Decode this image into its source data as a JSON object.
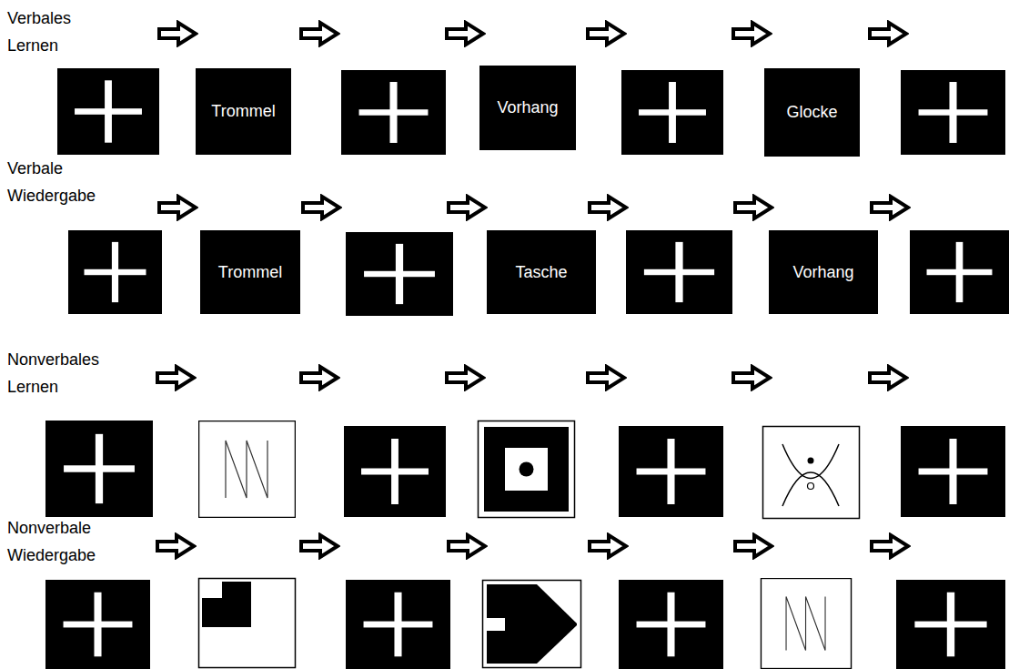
{
  "diagram": {
    "nodes": [
      {
        "text": [
          "Trommel"
        ]
      },
      {
        "text": [
          "Vorhang"
        ]
      },
      {
        "text": [
          "Glocke"
        ]
      },
      {
        "text": [
          "Trommel"
        ]
      },
      {
        "text": [
          "Tasche"
        ]
      },
      {
        "text": [
          "Vorhang"
        ]
      }
    ],
    "labels": [
      "Verbales Lernen",
      "Verbale Wiedergabe",
      "Nonverbales Lernen",
      "Nonverbale Wiedergabe"
    ]
  }
}
